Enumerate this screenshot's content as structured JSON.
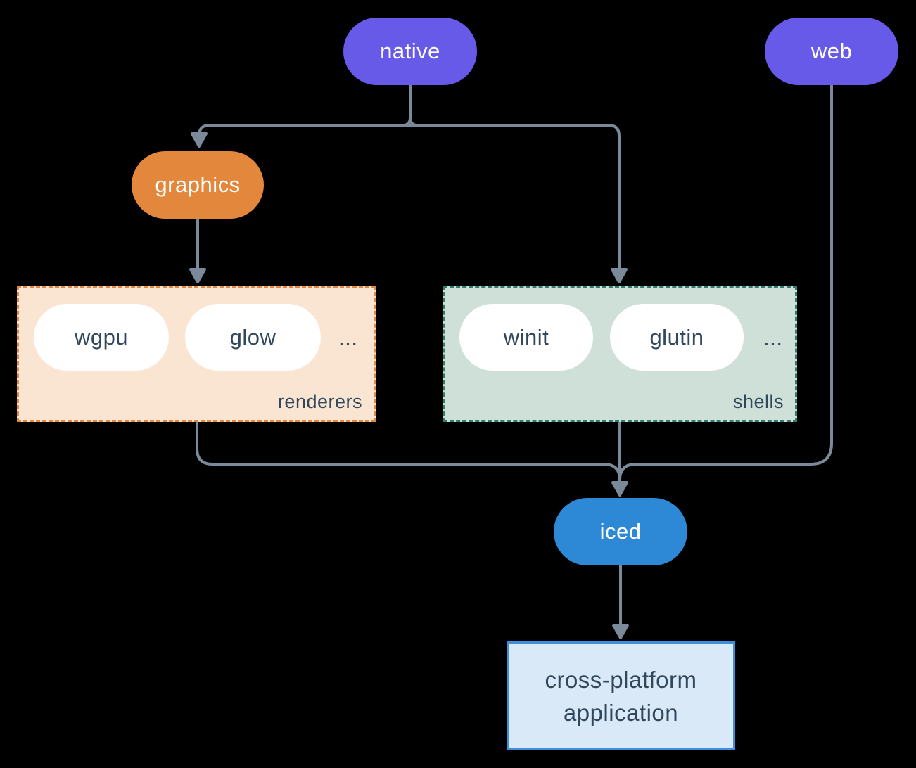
{
  "diagram": {
    "description": "iced library ecosystem diagram",
    "background_color": "#000000",
    "connector_color": "#7B8A9A"
  },
  "nodes": {
    "native": {
      "label": "native",
      "color": "#685AE8"
    },
    "web": {
      "label": "web",
      "color": "#685AE8"
    },
    "graphics": {
      "label": "graphics",
      "color": "#E2873C"
    },
    "iced": {
      "label": "iced",
      "color": "#2D89D5"
    },
    "wgpu": {
      "label": "wgpu"
    },
    "glow": {
      "label": "glow"
    },
    "winit": {
      "label": "winit"
    },
    "glutin": {
      "label": "glutin"
    },
    "application": {
      "line1": "cross-platform",
      "line2": "application",
      "fill": "#D9E9F8",
      "border": "#3E8EDB"
    }
  },
  "groups": {
    "renderers": {
      "label": "renderers",
      "ellipsis": "...",
      "fill": "#FAE5D3",
      "border": "#E2873C"
    },
    "shells": {
      "label": "shells",
      "ellipsis": "...",
      "fill": "#CFE0D9",
      "border": "#2E7D6E"
    }
  }
}
